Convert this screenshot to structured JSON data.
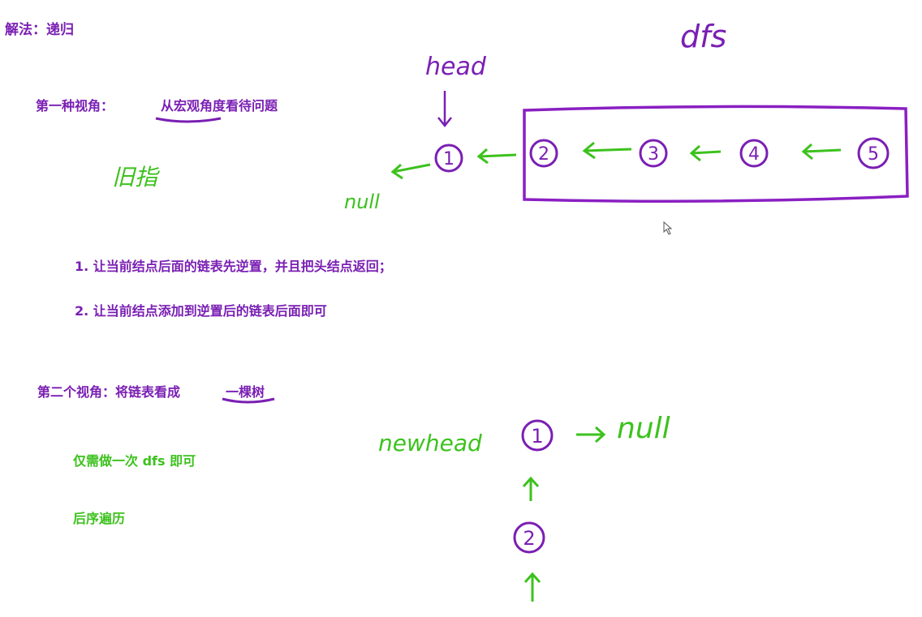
{
  "title": "解法：递归",
  "view1": {
    "prefix": "第一种视角：",
    "emphasis": "从宏观角度看待问题"
  },
  "steps": [
    "1. 让当前结点后面的链表先逆置，并且把头结点返回；",
    "2. 让当前结点添加到逆置后的链表后面即可"
  ],
  "view2": {
    "prefix": "第二个视角：将链表看成",
    "emphasis": "一棵树"
  },
  "notes": {
    "once_dfs": "仅需做一次 dfs 即可",
    "postorder": "后序遍历"
  },
  "handwriting": {
    "dfs": "dfs",
    "head": "head",
    "null_top": "null",
    "scribble": "旧指",
    "newhead": "newhead",
    "null_bottom": "null"
  },
  "list_nodes": [
    "1",
    "2",
    "3",
    "4",
    "5"
  ],
  "tree_nodes": [
    "1",
    "2"
  ],
  "colors": {
    "purple": "#7a1fb3",
    "green": "#3cc21d",
    "boxstroke": "#8a1fc2"
  }
}
